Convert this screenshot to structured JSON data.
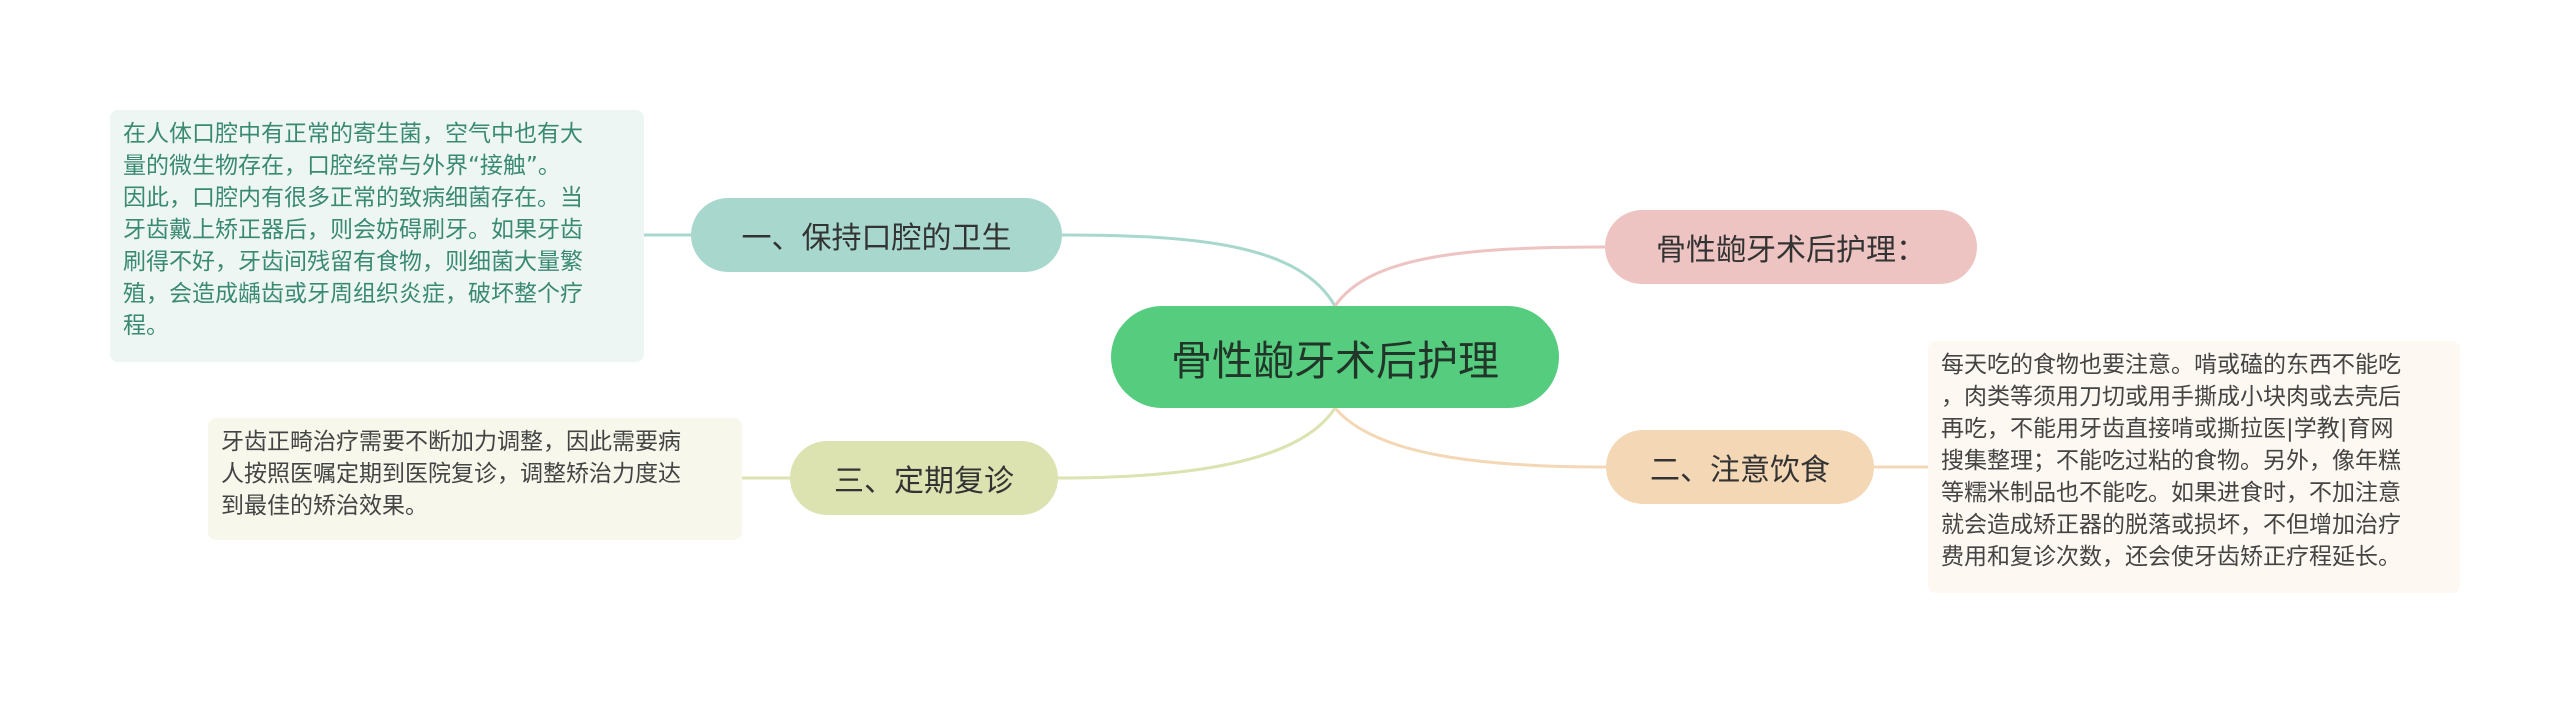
{
  "root": {
    "label": "骨性龅牙术后护理"
  },
  "branches": [
    {
      "label": "一、保持口腔的卫生"
    },
    {
      "label": "骨性龅牙术后护理："
    },
    {
      "label": "二、注意饮食"
    },
    {
      "label": "三、定期复诊"
    }
  ],
  "leaves": [
    {
      "lines": [
        "在人体口腔中有正常的寄生菌，空气中也有大",
        "量的微生物存在，口腔经常与外界“接触”。",
        "因此，口腔内有很多正常的致病细菌存在。当",
        "牙齿戴上矫正器后，则会妨碍刷牙。如果牙齿",
        "刷得不好，牙齿间残留有食物，则细菌大量繁",
        "殖，会造成龋齿或牙周组织炎症，破坏整个疗",
        "程。"
      ]
    },
    {
      "lines": [
        "每天吃的食物也要注意。啃或磕的东西不能吃",
        "，肉类等须用刀切或用手撕成小块肉或去壳后",
        "再吃，不能用牙齿直接啃或撕拉医|学教|育网",
        "搜集整理；不能吃过粘的食物。另外，像年糕",
        "等糯米制品也不能吃。如果进食时，不加注意",
        "就会造成矫正器的脱落或损坏，不但增加治疗",
        "费用和复诊次数，还会使牙齿矫正疗程延长。"
      ]
    },
    {
      "lines": [
        "牙齿正畸治疗需要不断加力调整，因此需要病",
        "人按照医嘱定期到医院复诊，调整矫治力度达",
        "到最佳的矫治效果。"
      ]
    }
  ],
  "colors": {
    "root": "#56cc7f",
    "branch1": "#a8d8cd",
    "branch2": "#eec4c3",
    "branch3": "#f4d8b6",
    "branch4": "#dce2b0"
  }
}
